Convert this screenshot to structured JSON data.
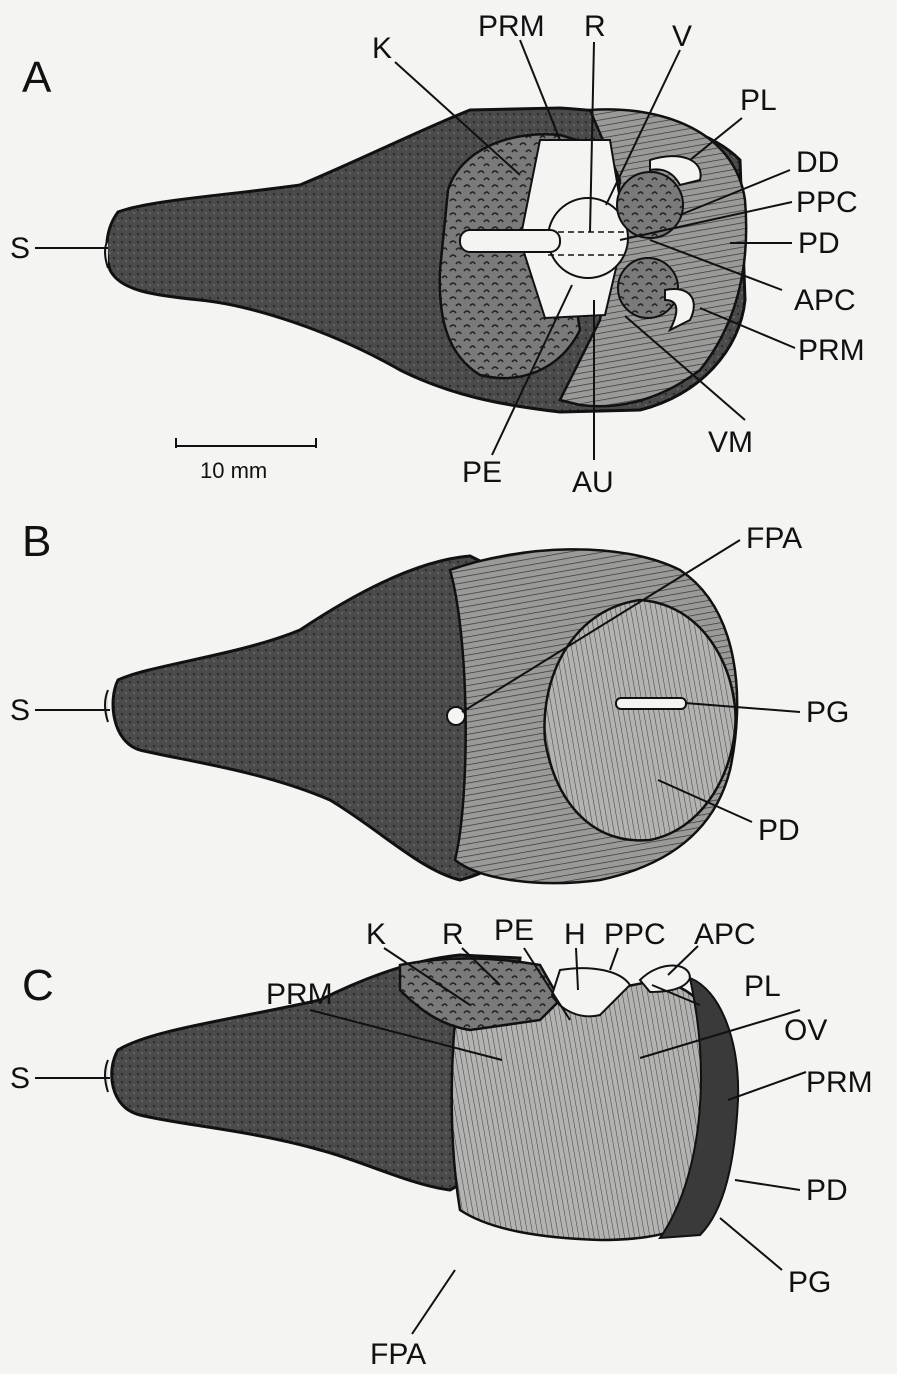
{
  "panels": {
    "a": {
      "letter": "A",
      "labels": {
        "K": "K",
        "PRM_top": "PRM",
        "R": "R",
        "V": "V",
        "PL": "PL",
        "DD": "DD",
        "PPC": "PPC",
        "PD": "PD",
        "APC": "APC",
        "PRM_right": "PRM",
        "VM": "VM",
        "AU": "AU",
        "PE": "PE",
        "S": "S"
      },
      "scale_bar": "10 mm"
    },
    "b": {
      "letter": "B",
      "labels": {
        "FPA": "FPA",
        "S": "S",
        "PG": "PG",
        "PD": "PD"
      }
    },
    "c": {
      "letter": "C",
      "labels": {
        "K": "K",
        "R": "R",
        "PE": "PE",
        "H": "H",
        "PPC": "PPC",
        "APC": "APC",
        "PL": "PL",
        "OV": "OV",
        "PRM_left": "PRM",
        "PRM_right": "PRM",
        "S": "S",
        "PD": "PD",
        "PG": "PG",
        "FPA": "FPA"
      }
    }
  },
  "colors": {
    "ink": "#111111",
    "paper": "#f4f4f2"
  }
}
